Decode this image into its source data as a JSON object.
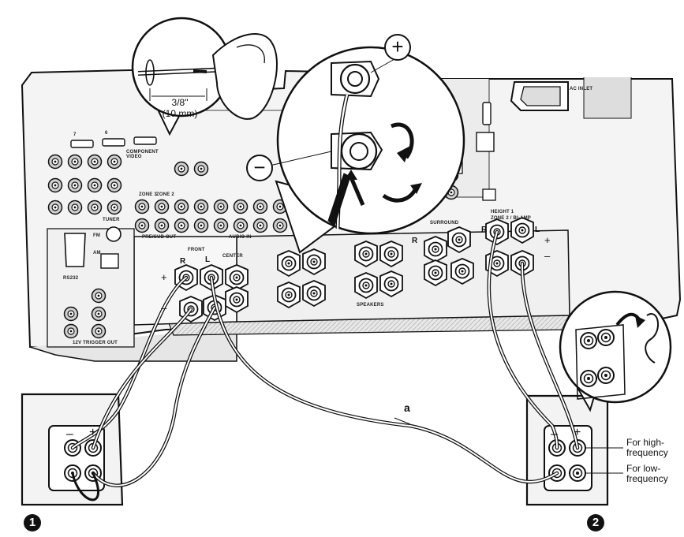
{
  "measurement": {
    "inch": "3/8\"",
    "mm": "(10 mm)"
  },
  "polarity": {
    "plus": "+",
    "minus": "−"
  },
  "panel": {
    "component_video": "COMPONENT VIDEO",
    "audio_in": "AUDIO IN",
    "pre_out": "PRE/SUB OUT",
    "tuner": "TUNER",
    "fm": "FM",
    "am": "AM",
    "rs232": "RS232",
    "ac_inlet": "AC INLET",
    "surround": "SURROUND",
    "height1": "HEIGHT 1",
    "zone2": "ZONE 2 / BI-AMP",
    "front": "FRONT",
    "center": "CENTER",
    "speakers": "SPEAKERS",
    "trigger": "12V TRIGGER OUT",
    "zone_labels": [
      "ZONE 3",
      "ZONE 2"
    ],
    "hdmi_nums": [
      "7",
      "6"
    ]
  },
  "channel": {
    "r": "R",
    "l": "L"
  },
  "terminal_sign": {
    "plus": "+",
    "minus": "–"
  },
  "cable_label": "a",
  "speaker_notes": {
    "high": "For high-\nfrequency",
    "low": "For low-\nfrequency"
  },
  "badges": {
    "one": "1",
    "two": "2"
  }
}
